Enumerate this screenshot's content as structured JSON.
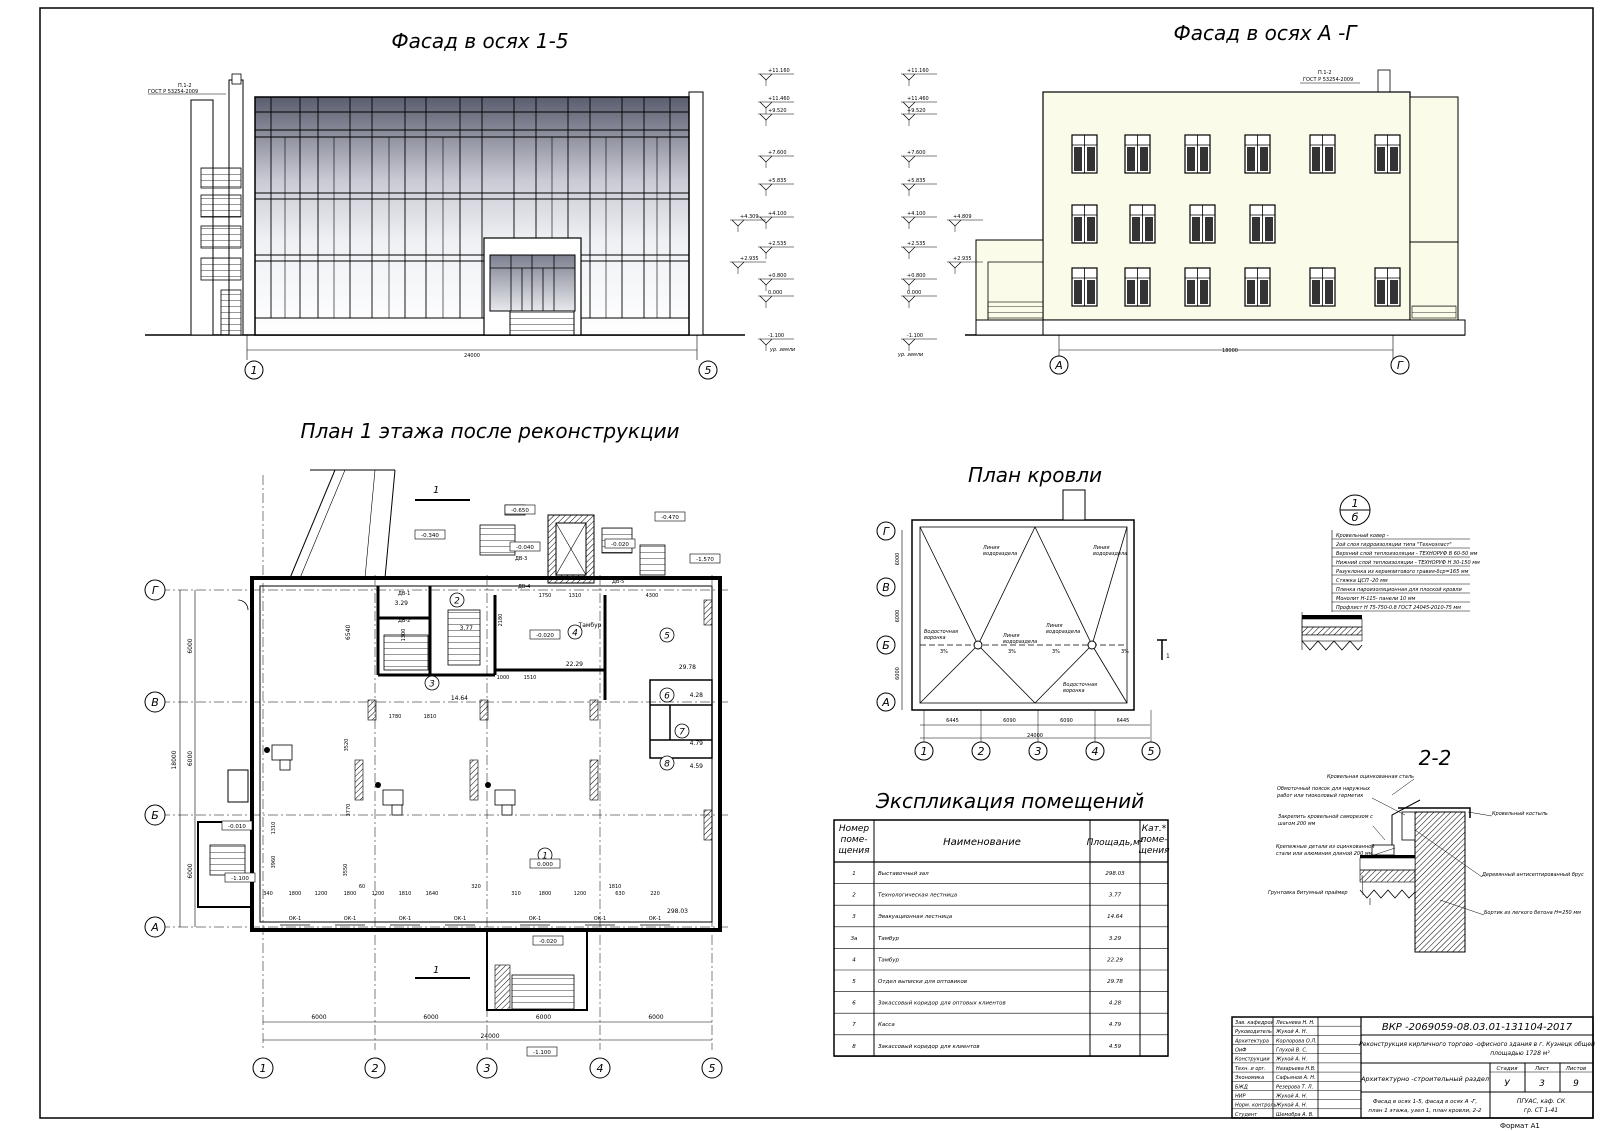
{
  "sheet": {
    "format_label": "Формат А1"
  },
  "facade_1_5": {
    "title": "Фасад в осях  1-5",
    "standard_label_1": "П.1-2",
    "standard_label_2": "ГОСТ Р 53254-2009",
    "axis_left": "1",
    "axis_right": "5",
    "overall_dimension": "24000",
    "ground_label": "ур. земли",
    "marks": [
      "+11.160",
      "+11.460",
      "+9.520",
      "+7.600",
      "+5.835",
      "+4.100",
      "+2.535",
      "+0.800",
      "0.000",
      "-1.100"
    ],
    "marks_side": [
      "+4.309",
      "+2.935"
    ]
  },
  "facade_a_g": {
    "title": "Фасад в осях А -Г",
    "standard_label_1": "П.1-2",
    "standard_label_2": "ГОСТ Р 53254-2009",
    "axis_left": "А",
    "axis_right": "Г",
    "overall_dimension": "18000",
    "ground_label": "ур. земли",
    "marks": [
      "+11.160",
      "+11.460",
      "+9.520",
      "+7.600",
      "+5.835",
      "+4.100",
      "+2.535",
      "+0.800",
      "0.000",
      "-1.100"
    ],
    "marks_side": [
      "+4.809",
      "+2.935"
    ]
  },
  "plan_1": {
    "title": "План  1  этажа  после  реконструкции",
    "section_mark": "1",
    "axes_x": [
      "1",
      "2",
      "3",
      "4",
      "5"
    ],
    "axes_y": [
      "Г",
      "В",
      "Б",
      "А"
    ],
    "bay_dims_x": [
      "6000",
      "6000",
      "6000",
      "6000"
    ],
    "bay_dims_y": [
      "6000",
      "6000",
      "6000"
    ],
    "overall_x": "24000",
    "overall_y": "18000",
    "rooms": [
      "1",
      "2",
      "3",
      "3а",
      "4",
      "5",
      "6",
      "7",
      "8"
    ],
    "room_areas": [
      "298.03",
      "14.64",
      "22.29",
      "29.78",
      "4.28",
      "4.79",
      "4.59",
      "3.29",
      "3.77"
    ],
    "level_marks": [
      "-0.650",
      "-0.340",
      "-0.040",
      "-0.020",
      "-0.470",
      "-1.570",
      "-0.020",
      "0.000",
      "-0.010",
      "-1.100",
      "-0.020",
      "-1.100"
    ],
    "room4_label": "Тамбур",
    "window_label": "ОК-1",
    "door_labels": [
      "ДВ-1",
      "ДВ-2",
      "ДВ-3",
      "ДВ-4",
      "ДВ-5"
    ],
    "small_dims": [
      "1750",
      "1310",
      "4300",
      "1300",
      "2180",
      "1510",
      "1000",
      "1780",
      "1810",
      "3520",
      "3770",
      "3550",
      "3960",
      "1310",
      "1800",
      "1200",
      "1800",
      "1200",
      "1810",
      "1640",
      "1800",
      "1200",
      "630",
      "220",
      "340",
      "60",
      "1810",
      "320",
      "310"
    ],
    "level_6540": "6540"
  },
  "roof_plan": {
    "title": "План кровли",
    "axes_x": [
      "1",
      "2",
      "3",
      "4",
      "5"
    ],
    "axes_y": [
      "Г",
      "В",
      "Б",
      "А"
    ],
    "dims_x": [
      "6445",
      "6090",
      "6090",
      "6445"
    ],
    "overall_x": "24000",
    "dims_y": [
      "6000",
      "6000",
      "6000"
    ],
    "labels": [
      "Линия водораздела",
      "Линия водораздела",
      "Линия водораздела",
      "Линия водораздела",
      "Водосточная воронка",
      "Водосточная воронка"
    ],
    "slopes": [
      "3%",
      "3%",
      "3%",
      "3%",
      "3%"
    ],
    "section_mark": "1"
  },
  "node_1": {
    "mark_top": "1",
    "mark_bottom": "б",
    "layers": [
      "Кровельный ковер -",
      "2ой слоя гидроизоляции типа \"Техноэласт\"",
      "Верхний слой теплоизоляции - ТЕХНОРУФ В 60-50 мм",
      "Нижний слой теплоизоляции - ТЕХНОРУФ Н 30-150 мм",
      "Разуклонка из керамзитового гравия-δср=165 мм",
      "Стяжка ЦСП -20 мм",
      "Пленка пароизоляционная для плоской кровли",
      "Монолит Н-115- панели 10 мм",
      "Профлист Н 75-750-0.8 ГОСТ 24045-2010-75 мм"
    ]
  },
  "section_2_2": {
    "title": "2-2",
    "labels": [
      "Кровельная оцинкованная сталь",
      "Обмоточный поясок для наружных работ или тиоколовый герметик",
      "Закрепить кровельной саморезом с шагом 200 мм",
      "Кровельный костыль",
      "Крепежные детали из оцинкованной стали или алюминия длиной 200 мм",
      "Деревянный антисептированный брус",
      "Грунтовка битумный праймер",
      "Бортик из легкого бетона Н=250 мм"
    ]
  },
  "explication": {
    "title": "Экспликация помещений",
    "headers": [
      "Номер поме-щения",
      "Наименование",
      "Площадь,м²",
      "Кат.* поме-щения"
    ],
    "rows": [
      {
        "num": "1",
        "name": "Выставочный зал",
        "area": "298.03",
        "cat": ""
      },
      {
        "num": "2",
        "name": "Технологическая лестница",
        "area": "3.77",
        "cat": ""
      },
      {
        "num": "3",
        "name": "Эвакуационная лестница",
        "area": "14.64",
        "cat": ""
      },
      {
        "num": "3а",
        "name": "Тамбур",
        "area": "3.29",
        "cat": ""
      },
      {
        "num": "4",
        "name": "Тамбур",
        "area": "22.29",
        "cat": ""
      },
      {
        "num": "5",
        "name": "Отдел выписки для оптовиков",
        "area": "29.78",
        "cat": ""
      },
      {
        "num": "6",
        "name": "Закассовый коридор для оптовых клиентов",
        "area": "4.28",
        "cat": ""
      },
      {
        "num": "7",
        "name": "Касса",
        "area": "4.79",
        "cat": ""
      },
      {
        "num": "8",
        "name": "Закассовый коридор для клиентов",
        "area": "4.59",
        "cat": ""
      }
    ]
  },
  "title_block": {
    "doc_code": "ВКР -2069059-08.03.01-131104-2017",
    "project": "Реконструкция кирпичного торгово -офисного здания в г. Кузнецк общей площадью 1728 м²",
    "section": "Архитектурно -строительный раздел",
    "sheet_content": "Фасад в осях  1-5,  фасад в осях А -Г, план  1 этажа,  узел 1, план кровли,  2-2",
    "org": "ПГУАС,  каф.  СК гр. СТ 1-41",
    "stage_label": "Стадия",
    "sheet_label": "Лист",
    "sheets_label": "Листов",
    "stage": "У",
    "sheet": "3",
    "sheets": "9",
    "people": [
      {
        "role": "Зав. кафедрой",
        "name": "Лесьнева Н. Н."
      },
      {
        "role": "Руководитель",
        "name": "Жукой А. Н."
      },
      {
        "role": "Архитектура",
        "name": "Корлорова О.Л."
      },
      {
        "role": "ОиФ",
        "name": "Глухой В. С."
      },
      {
        "role": "Конструкции",
        "name": "Жукой А. Н."
      },
      {
        "role": "Техн. и орг.",
        "name": "Назарьева Н.В."
      },
      {
        "role": "Экономика",
        "name": "Сафьянов А. Н."
      },
      {
        "role": "БЖД",
        "name": "Резерова Т. Л."
      },
      {
        "role": "НИР",
        "name": "Жукой А. Н."
      },
      {
        "role": "Норм. контроль",
        "name": "Жукой А. Н."
      },
      {
        "role": "Студент",
        "name": "Шемобра А. В."
      }
    ]
  }
}
